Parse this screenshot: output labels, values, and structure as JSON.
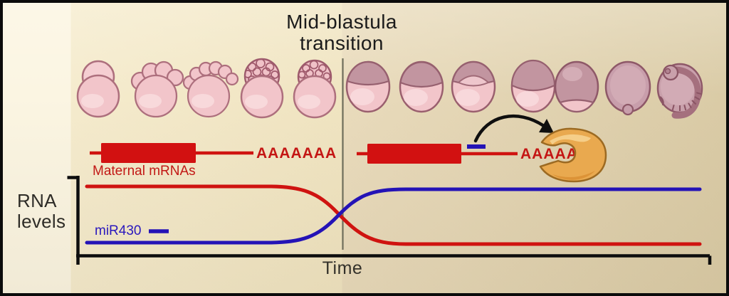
{
  "figure": {
    "title_line1": "Mid-blastula",
    "title_line2": "transition"
  },
  "labels": {
    "maternal_mrnas": "Maternal mRNAs",
    "mir430": "miR430",
    "poly_a_left": "AAAAAAA",
    "poly_a_right": "AAAAA",
    "y_axis_line1": "RNA",
    "y_axis_line2": "levels",
    "x_axis": "Time"
  },
  "colors": {
    "maternal_red": "#cf1310",
    "mir430_blue": "#2413b6",
    "background_left": "#f0e4c1",
    "background_right": "#dacba6",
    "divider_line": "#6f6e5b",
    "axis_black": "#0d0d0d",
    "pacman_orange": "#e9a94f",
    "embryo_pink": "#f2c5ca",
    "embryo_cap_mauve": "#c295a0"
  },
  "icons": {
    "embryo_stages": [
      "embryo-1-cell-icon",
      "embryo-cleavage-icon",
      "embryo-early-blastula-icon",
      "embryo-blastula-icon",
      "embryo-late-blastula-icon",
      "embryo-sphere-icon",
      "embryo-dome-icon",
      "embryo-30pct-epiboly-icon",
      "embryo-50pct-epiboly-icon",
      "embryo-75pct-epiboly-icon",
      "embryo-bud-icon",
      "embryo-segmentation-icon"
    ],
    "exonuclease": "pacman-exonuclease-icon",
    "arrow": "mir430-deadenylation-arrow-icon"
  },
  "chart_data": {
    "type": "line",
    "title": "Mid-blastula transition",
    "xlabel": "Time",
    "ylabel": "RNA levels",
    "legend_position": "inline-labels",
    "grid": false,
    "axes": "qualitative, unlabeled ticks",
    "crossover_x": 0.47,
    "series": [
      {
        "name": "Maternal mRNAs",
        "color": "#cf1310",
        "shape": "sigmoidal decline at mid-blastula transition",
        "x": [
          0.0,
          0.3,
          0.4,
          0.47,
          0.55,
          0.62,
          1.0
        ],
        "y": [
          0.9,
          0.9,
          0.82,
          0.5,
          0.18,
          0.1,
          0.1
        ]
      },
      {
        "name": "miR430",
        "color": "#2413b6",
        "shape": "sigmoidal rise at mid-blastula transition",
        "x": [
          0.0,
          0.3,
          0.4,
          0.47,
          0.55,
          0.62,
          1.0
        ],
        "y": [
          0.08,
          0.08,
          0.16,
          0.5,
          0.82,
          0.9,
          0.9
        ]
      }
    ],
    "annotations": [
      "Vertical line marks the mid-blastula transition",
      "miR430 binds maternal mRNA 3'UTR and recruits deadenylation (poly-A removal)"
    ]
  }
}
